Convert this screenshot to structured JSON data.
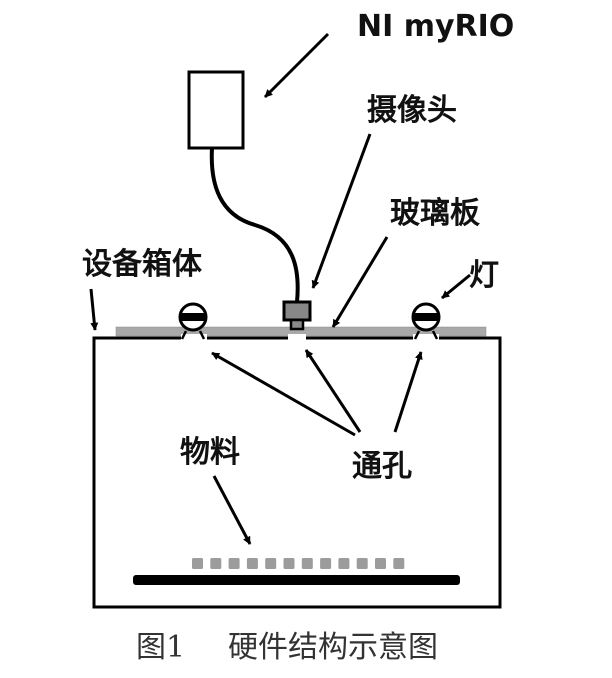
{
  "labels": {
    "myrio": "NI myRIO",
    "camera": "摄像头",
    "glass": "玻璃板",
    "box": "设备箱体",
    "lamp": "灯",
    "holes": "通孔",
    "material": "物料"
  },
  "caption": {
    "number": "图1",
    "text": "硬件结构示意图"
  },
  "colors": {
    "line": "#000000",
    "glass": "#a9a9a9",
    "material": "#9c9c9c"
  }
}
